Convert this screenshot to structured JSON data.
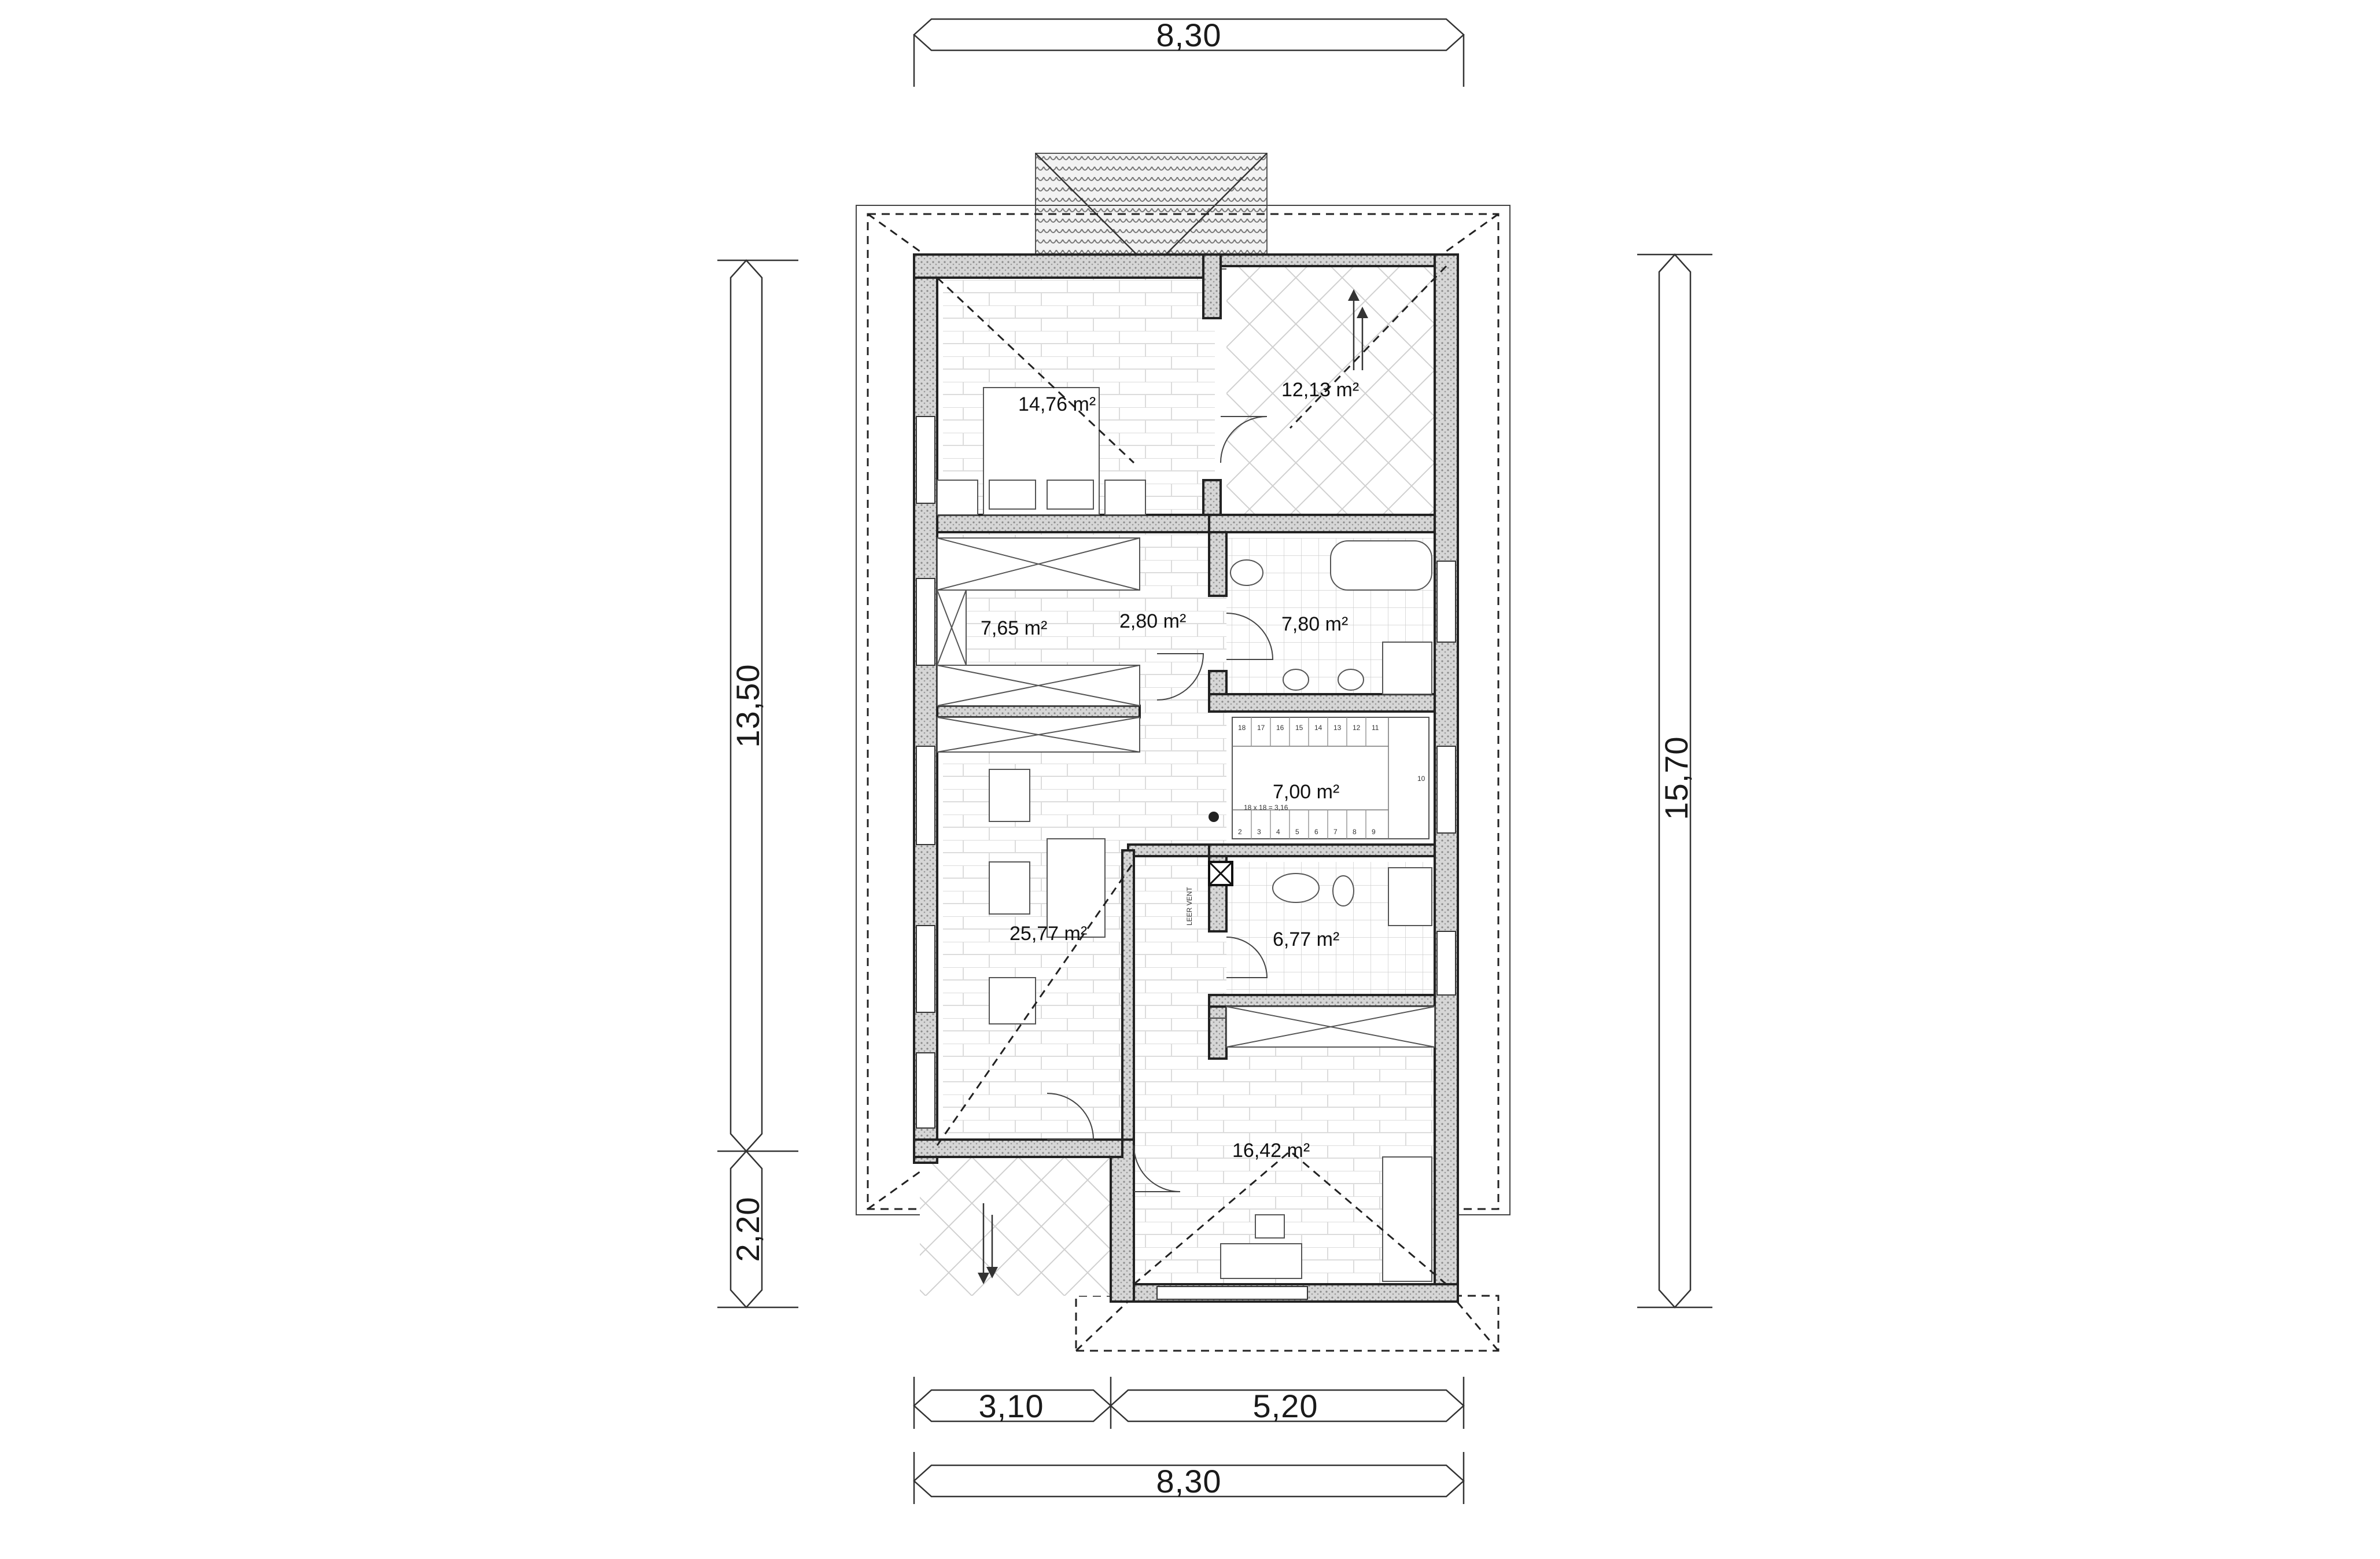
{
  "dimensions": {
    "top_width": "8,30",
    "left_main_height": "13,50",
    "left_porch_height": "2,20",
    "right_total_height": "15,70",
    "bottom_left_width": "3,10",
    "bottom_right_width": "5,20",
    "bottom_total_width": "8,30"
  },
  "rooms": {
    "bedroom_top": "14,76 m²",
    "terrace_top": "12,13 m²",
    "storage": "7,65 m²",
    "hall": "2,80 m²",
    "bathroom": "7,80 m²",
    "stairs": "7,00 m²",
    "living": "25,77 m²",
    "wc": "6,77 m²",
    "bedroom_bottom": "16,42 m²"
  },
  "annotations": {
    "stair_formula": "18 x 18 = 3,16",
    "chimney_label": "LEER VENT",
    "stair_numbers_top": [
      "18",
      "17",
      "16",
      "15",
      "14",
      "13",
      "12",
      "11"
    ],
    "stair_numbers_bottom": [
      "2",
      "3",
      "4",
      "5",
      "6",
      "7",
      "8",
      "9"
    ],
    "stair_landing": "10"
  }
}
